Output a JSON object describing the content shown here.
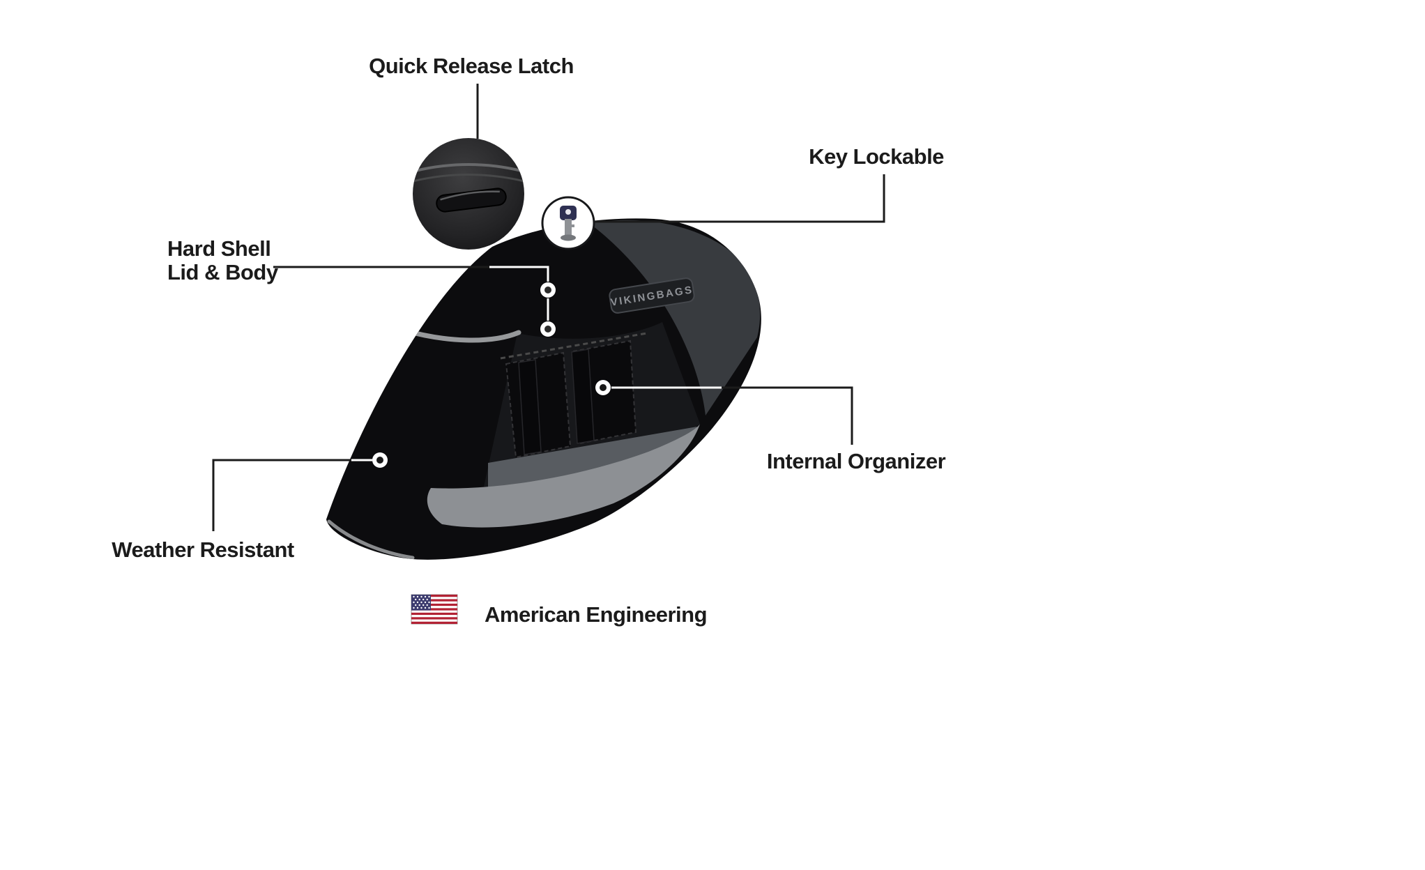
{
  "diagram": {
    "subject": "motorcycle-saddlebag-features",
    "labels": {
      "quick_release_latch": "Quick Release Latch",
      "key_lockable": "Key Lockable",
      "hard_shell_1": "Hard Shell",
      "hard_shell_2": "Lid & Body",
      "internal_organizer": "Internal Organizer",
      "weather_resistant": "Weather Resistant"
    },
    "footer": {
      "american_engineering": "American Engineering",
      "flag_icon": "us-flag-icon"
    },
    "brand": {
      "badge_text": "VIKINGBAGS"
    },
    "icons": {
      "latch_inset": "quick-release-latch-inset",
      "key": "key-icon",
      "marker": "callout-marker-dot"
    },
    "colors": {
      "background": "#ffffff",
      "text": "#1b1b1b",
      "callout_line": "#1b1b1b",
      "callout_line_on_bag": "#ffffff",
      "bag_body": "#0c0c0e",
      "bag_sheen": "#383b3f",
      "accent_gray": "#97999b",
      "inner_gray": "#8d9094",
      "flag_red": "#b22234",
      "flag_blue": "#3c3b6e"
    }
  }
}
